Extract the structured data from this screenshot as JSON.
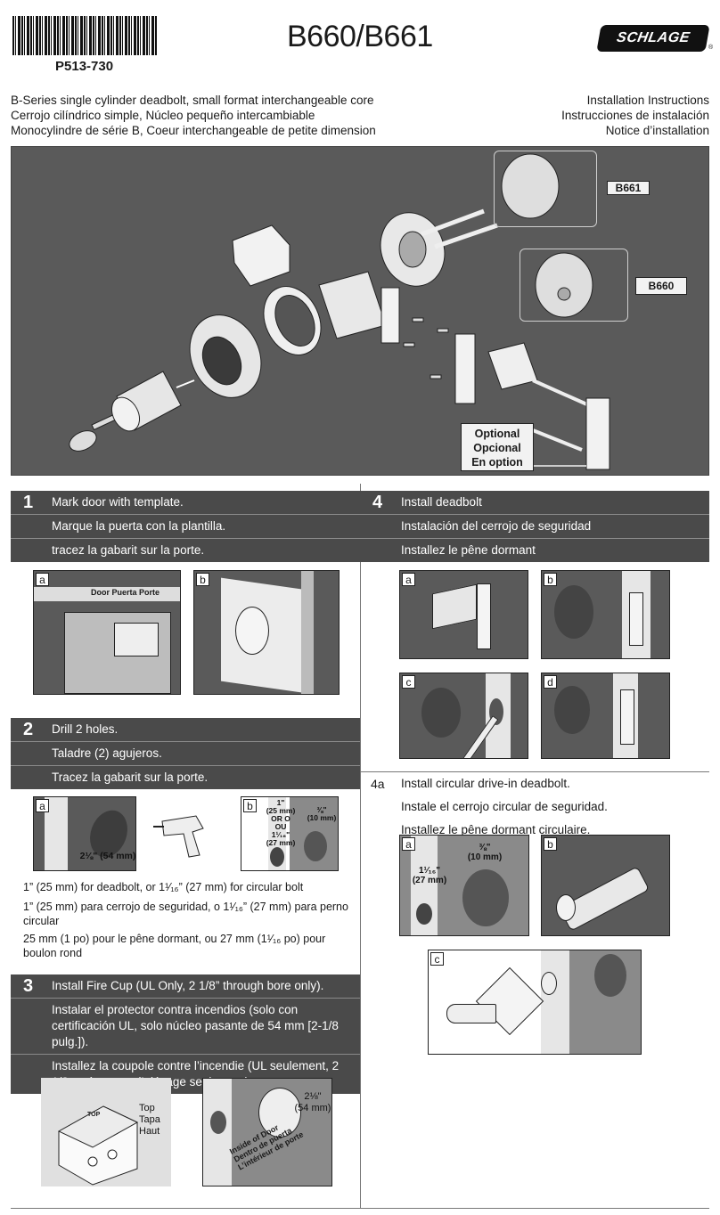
{
  "header": {
    "part_number": "P513-730",
    "title": "B660/B661",
    "brand": "SCHLAGE",
    "brand_mark": "®"
  },
  "subtitle_left": [
    "B-Series single cylinder deadbolt, small format interchangeable core",
    "Cerrojo cilíndrico simple, Núcleo pequeño intercambiable",
    "Monocylindre de série B, Coeur interchangeable de petite dimension"
  ],
  "subtitle_right": [
    "Installation Instructions",
    "Instrucciones de instalación",
    "Notice d’installation"
  ],
  "hero": {
    "label_b661": "B661",
    "label_b660": "B660",
    "optional": [
      "Optional",
      "Opcional",
      "En option"
    ]
  },
  "steps": {
    "s1": {
      "num": "1",
      "lines": [
        "Mark door with template.",
        "Marque la puerta con la plantilla.",
        "tracez la gabarit sur la porte."
      ],
      "fig_a_label": "Door  Puerta  Porte"
    },
    "s2": {
      "num": "2",
      "lines": [
        "Drill 2 holes.",
        "Taladre (2) agujeros.",
        "Tracez la gabarit sur la porte."
      ],
      "fig_a_dim": "2⅛\" (54 mm)",
      "fig_b_dim1": "1\"\n(25 mm)\nOR O OU\n1¹⁄₁₆\"\n(27 mm)",
      "fig_b_dim2": "⅜\"\n(10 mm)",
      "notes": [
        "1” (25 mm) for deadbolt, or 1¹⁄₁₆” (27 mm) for circular bolt",
        "1” (25 mm) para cerrojo de seguridad, o 1¹⁄₁₆” (27 mm) para perno circular",
        "25 mm (1 po) pour le pêne dormant, ou 27 mm (1¹⁄₁₆ po) pour boulon rond"
      ]
    },
    "s3": {
      "num": "3",
      "lines": [
        "Install Fire Cup (UL Only, 2 1/8” through bore only).",
        "Instalar el protector contra incendios (solo con certificación UL, solo núcleo pasante de 54 mm [2-1/8 pulg.]).",
        "Installez la coupole contre l’incendie (UL seulement, 2 1/8 po à travers l’alésage seulement)."
      ],
      "top_labels": [
        "Top",
        "Tapa",
        "Haut"
      ],
      "top_mark": "TOP",
      "dim": "2⅛\"\n(54 mm)",
      "inside_labels": [
        "Inside of Door",
        "Dentro de puerta",
        "L’intérieur de porte"
      ]
    },
    "s4": {
      "num": "4",
      "lines": [
        "Install deadbolt",
        "Instalación del cerrojo de seguridad",
        "Installez le pêne dormant"
      ]
    },
    "s4a": {
      "num": "4a",
      "lines": [
        "Install circular drive-in deadbolt.",
        "Instale el cerrojo circular de seguridad.",
        "Installez le pêne dormant circulaire."
      ],
      "dim1": "1¹⁄₁₆\"\n(27 mm)",
      "dim2": "⅜\"\n(10 mm)"
    }
  },
  "fig_letters": {
    "a": "a",
    "b": "b",
    "c": "c",
    "d": "d"
  }
}
